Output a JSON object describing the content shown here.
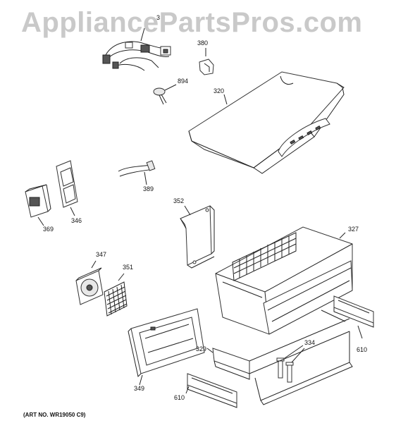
{
  "watermark": "AppliancePartsPros.com",
  "art_number": "(ART NO. WR19050 C9)",
  "callouts": {
    "wire_harness": "3",
    "p380": "380",
    "p894": "894",
    "p320": "320",
    "p389": "389",
    "p346": "346",
    "p369": "369",
    "p352": "352",
    "p327": "327",
    "p347": "347",
    "p351": "351",
    "p329": "329",
    "p334": "334",
    "p610_right": "610",
    "p349": "349",
    "p610_bottom": "610"
  }
}
